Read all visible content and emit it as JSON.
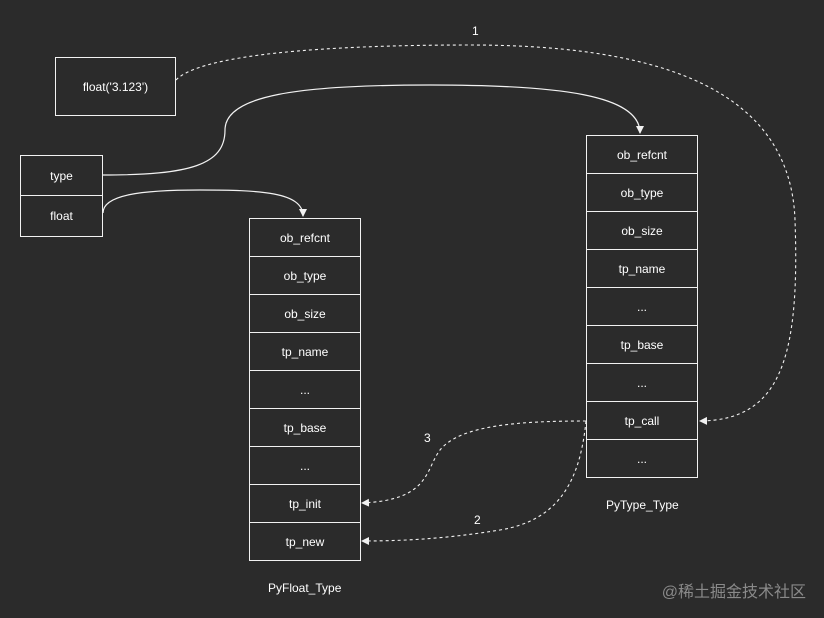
{
  "call_expr": "float('3.123')",
  "names": [
    "type",
    "float"
  ],
  "pyfloat": {
    "caption": "PyFloat_Type",
    "fields": [
      "ob_refcnt",
      "ob_type",
      "ob_size",
      "tp_name",
      "...",
      "tp_base",
      "...",
      "tp_init",
      "tp_new"
    ]
  },
  "pytype": {
    "caption": "PyType_Type",
    "fields": [
      "ob_refcnt",
      "ob_type",
      "ob_size",
      "tp_name",
      "...",
      "tp_base",
      "...",
      "tp_call",
      "..."
    ]
  },
  "steps": [
    "1",
    "2",
    "3"
  ],
  "watermark": "@稀土掘金技术社区",
  "colors": {
    "background": "#2b2b2b",
    "line": "#f2f2f2",
    "text": "#ffffff",
    "watermark": "#8a8a8a"
  }
}
